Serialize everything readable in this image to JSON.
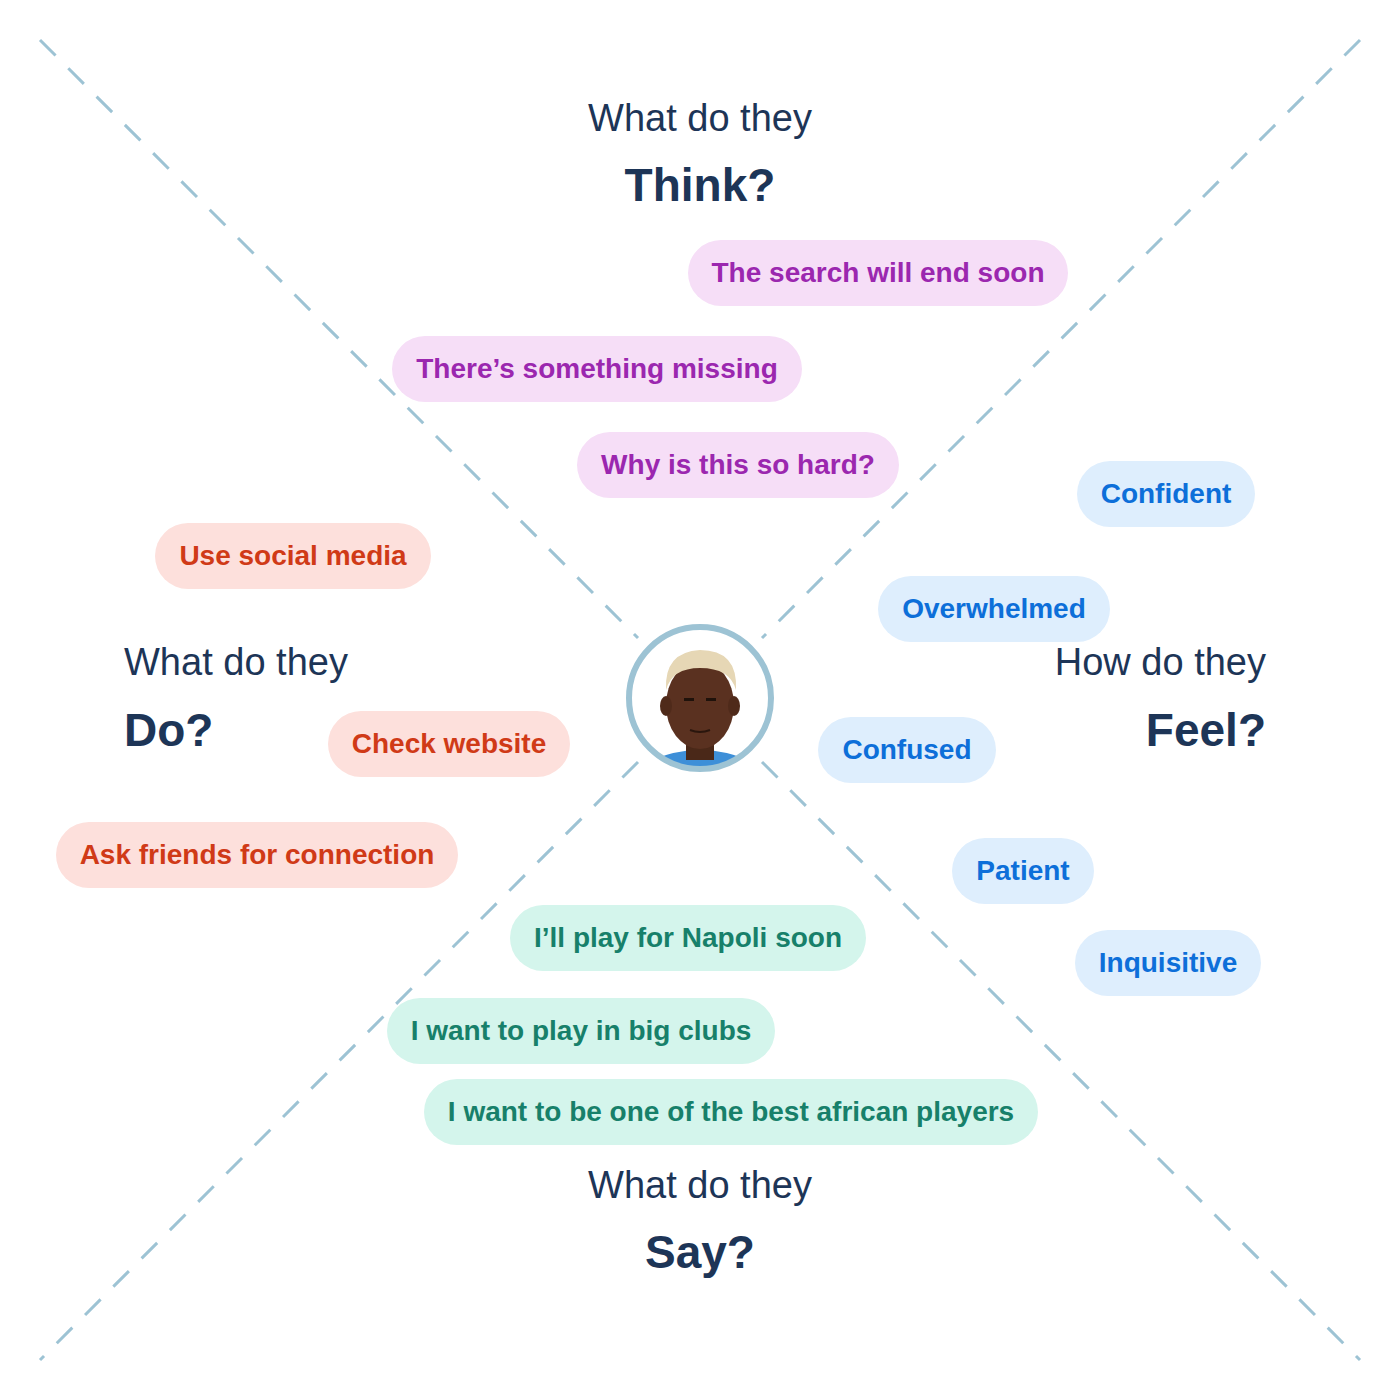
{
  "diagram": {
    "nodes": [
      {
        "text": [
          "The search will end soon"
        ]
      },
      {
        "text": [
          "There’s something missing"
        ]
      },
      {
        "text": [
          "Why is this so hard?"
        ]
      },
      {
        "text": [
          "Confident"
        ]
      },
      {
        "text": [
          "Use social media"
        ]
      },
      {
        "text": [
          "Overwhelmed"
        ]
      },
      {
        "text": [
          "Check website"
        ]
      },
      {
        "text": [
          "Confused"
        ]
      },
      {
        "text": [
          "Ask friends for connection"
        ]
      },
      {
        "text": [
          "Patient"
        ]
      },
      {
        "text": [
          "I’ll play for Napoli soon"
        ]
      },
      {
        "text": [
          "Inquisitive"
        ]
      },
      {
        "text": [
          "I want to play in big clubs"
        ]
      },
      {
        "text": [
          "I want to be one of the best african players"
        ]
      }
    ],
    "labels": [
      "What do they",
      "Think?",
      "What do they",
      "Do?",
      "How do they",
      "Feel?",
      "What do they",
      "Say?"
    ]
  }
}
